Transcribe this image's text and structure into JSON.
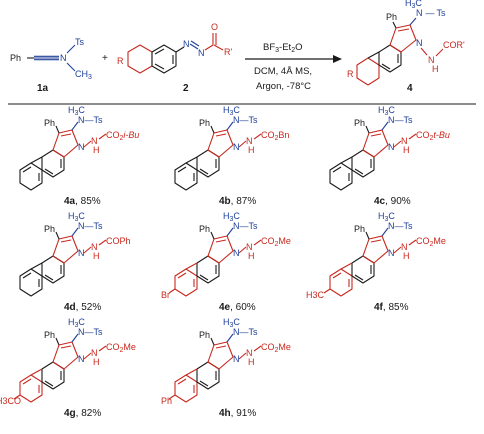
{
  "reaction": {
    "reactant1": {
      "label": "1a",
      "ph": "Ph",
      "n": "N",
      "ts": "Ts",
      "me": "CH",
      "me_sub": "3"
    },
    "plus": "+",
    "reactant2": {
      "label": "2",
      "r": "R",
      "n1": "N",
      "n2": "N",
      "o": "O",
      "r_prime": "R'"
    },
    "conditions": {
      "reagent": "BF",
      "reagent_sub": "3",
      "reagent_rest": "-Et",
      "reagent_sub2": "2",
      "reagent_tail": "O",
      "line2": "DCM, 4Å MS,",
      "line3": "Argon, -78°C"
    },
    "product": {
      "label": "4",
      "r": "R",
      "ph": "Ph",
      "me": "H",
      "me_sub": "3",
      "me_c": "C",
      "n": "N",
      "ts": "Ts",
      "n2": "N",
      "nh": "H",
      "cor": "COR'"
    }
  },
  "products": [
    {
      "id": "4a",
      "ph": "Ph",
      "me_h": "H",
      "me_sub": "3",
      "me_c": "C",
      "ts": "N—Ts",
      "n": "N",
      "nh": "N",
      "h": "H",
      "acyl": "CO",
      "acyl_sub": "2",
      "acyl_tail": "i-Bu",
      "tail_italic": true,
      "sub_label": "",
      "yield": ", 85%"
    },
    {
      "id": "4b",
      "ph": "Ph",
      "me_h": "H",
      "me_sub": "3",
      "me_c": "C",
      "ts": "N—Ts",
      "n": "N",
      "nh": "N",
      "h": "H",
      "acyl": "CO",
      "acyl_sub": "2",
      "acyl_tail": "Bn",
      "tail_italic": false,
      "sub_label": "",
      "yield": ", 87%"
    },
    {
      "id": "4c",
      "ph": "Ph",
      "me_h": "H",
      "me_sub": "3",
      "me_c": "C",
      "ts": "N—Ts",
      "n": "N",
      "nh": "N",
      "h": "H",
      "acyl": "CO",
      "acyl_sub": "2",
      "acyl_tail": "t-Bu",
      "tail_italic": true,
      "sub_label": "",
      "yield": ", 90%"
    },
    {
      "id": "4d",
      "ph": "Ph",
      "me_h": "H",
      "me_sub": "3",
      "me_c": "C",
      "ts": "N—Ts",
      "n": "N",
      "nh": "N",
      "h": "H",
      "acyl": "COPh",
      "acyl_sub": "",
      "acyl_tail": "",
      "tail_italic": false,
      "sub_label": "",
      "yield": ", 52%"
    },
    {
      "id": "4e",
      "ph": "Ph",
      "me_h": "H",
      "me_sub": "3",
      "me_c": "C",
      "ts": "N—Ts",
      "n": "N",
      "nh": "N",
      "h": "H",
      "acyl": "CO",
      "acyl_sub": "2",
      "acyl_tail": "Me",
      "tail_italic": false,
      "sub_label": "Br",
      "yield": ", 60%"
    },
    {
      "id": "4f",
      "ph": "Ph",
      "me_h": "H",
      "me_sub": "3",
      "me_c": "C",
      "ts": "N—Ts",
      "n": "N",
      "nh": "N",
      "h": "H",
      "acyl": "CO",
      "acyl_sub": "2",
      "acyl_tail": "Me",
      "tail_italic": false,
      "sub_label": "H3C",
      "yield": ", 85%"
    },
    {
      "id": "4g",
      "ph": "Ph",
      "me_h": "H",
      "me_sub": "3",
      "me_c": "C",
      "ts": "N—Ts",
      "n": "N",
      "nh": "N",
      "h": "H",
      "acyl": "CO",
      "acyl_sub": "2",
      "acyl_tail": "Me",
      "tail_italic": false,
      "sub_label": "H3CO",
      "yield": ", 82%"
    },
    {
      "id": "4h",
      "ph": "Ph",
      "me_h": "H",
      "me_sub": "3",
      "me_c": "C",
      "ts": "N—Ts",
      "n": "N",
      "nh": "N",
      "h": "H",
      "acyl": "CO",
      "acyl_sub": "2",
      "acyl_tail": "Me",
      "tail_italic": false,
      "sub_label": "Ph",
      "yield": ", 91%"
    }
  ]
}
